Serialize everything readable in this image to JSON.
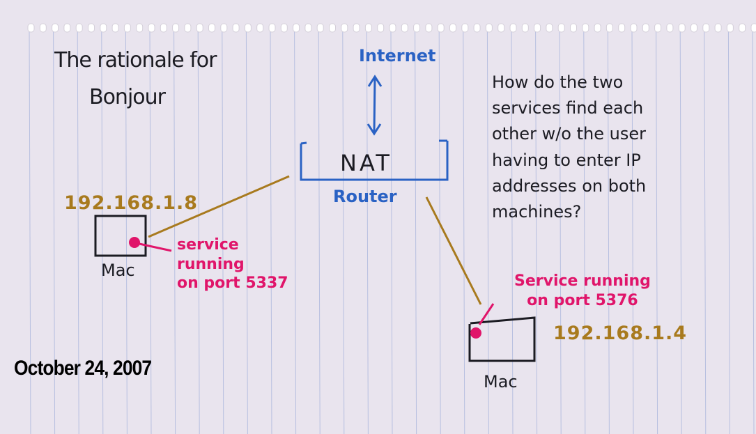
{
  "title": {
    "line1": "The rationale for",
    "line2": "Bonjour"
  },
  "internet_label": "Internet",
  "router": {
    "box_label": "NAT",
    "caption": "Router"
  },
  "question": [
    "How do the two",
    "services find each",
    "other w/o the user",
    "having to enter IP",
    "addresses on both",
    "machines?"
  ],
  "mac_left": {
    "ip": "192.168.1.8",
    "label": "Mac",
    "service": [
      "service",
      "running",
      "on port 5337"
    ]
  },
  "mac_right": {
    "ip": "192.168.1.4",
    "label": "Mac",
    "service": [
      "Service running",
      "on port 5376"
    ]
  },
  "date": "October 24, 2007",
  "colors": {
    "ink_black": "#1b1b22",
    "ink_blue": "#2a62c4",
    "ink_gold": "#a87a1e",
    "ink_pink": "#e0156a",
    "paper": "#e9e4ee"
  }
}
